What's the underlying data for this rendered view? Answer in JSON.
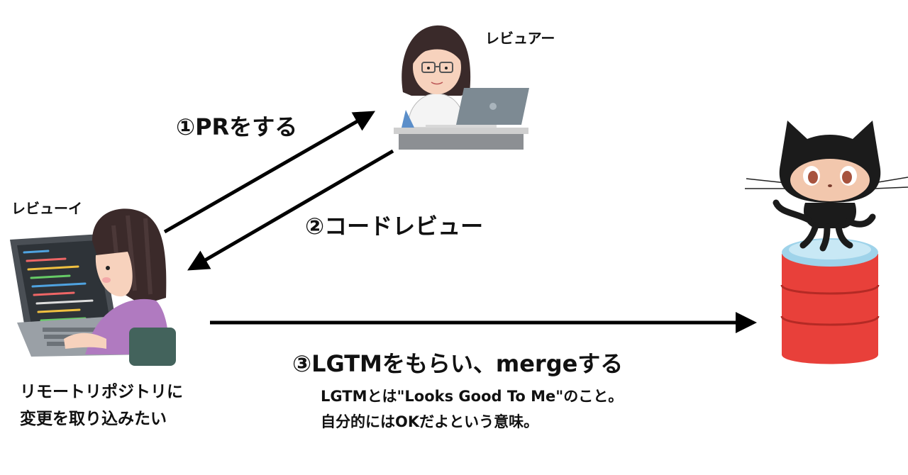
{
  "roles": {
    "reviewer": "レビュアー",
    "reviewee": "レビューイ"
  },
  "steps": {
    "step1": "①PRをする",
    "step2": "②コードレビュー",
    "step3": "③LGTMをもらい、mergeする"
  },
  "notes": {
    "line1": "LGTMとは\"Looks Good To Me\"のこと。",
    "line2": "自分的にはOKだよという意味。"
  },
  "reviewee_desc": {
    "line1": "リモートリポジトリに",
    "line2": "変更を取り込みたい"
  },
  "icons": [
    "reviewer-person-icon",
    "reviewee-person-icon",
    "laptop-icon",
    "octocat-icon",
    "repository-database-icon"
  ],
  "colors": {
    "arrow": "#000000",
    "database_red": "#e8403a",
    "database_top": "#9fd3ea",
    "hoodie_purple": "#b07ac0",
    "octocat": "#1b1b1b"
  }
}
